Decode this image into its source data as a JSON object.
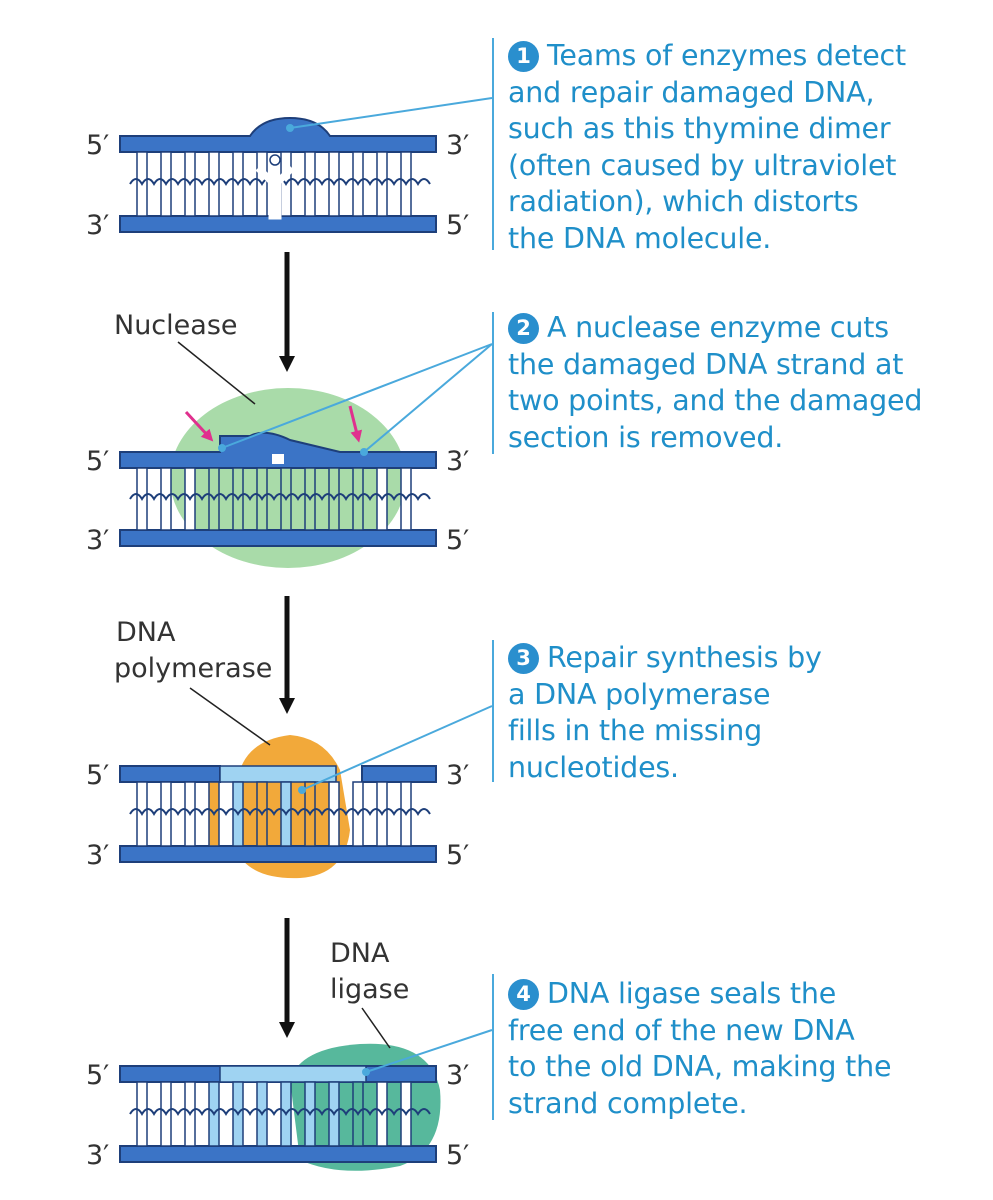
{
  "strand_ends": {
    "top_left": "5′",
    "top_right": "3′",
    "bottom_left": "3′",
    "bottom_right": "5′"
  },
  "enzymes": {
    "nuclease": "Nuclease",
    "polymerase_line1": "DNA",
    "polymerase_line2": "polymerase",
    "ligase_line1": "DNA",
    "ligase_line2": "ligase"
  },
  "steps": [
    {
      "number": "1",
      "lines": [
        "Teams of enzymes detect",
        "and repair damaged DNA,",
        "such as this thymine dimer",
        "(often caused by ultraviolet",
        "radiation), which distorts",
        "the DNA molecule."
      ]
    },
    {
      "number": "2",
      "lines": [
        "A nuclease enzyme cuts",
        "the damaged DNA strand at",
        "two points, and the damaged",
        "section is removed."
      ]
    },
    {
      "number": "3",
      "lines": [
        "Repair synthesis by",
        "a DNA polymerase",
        "fills in the missing",
        "nucleotides."
      ]
    },
    {
      "number": "4",
      "lines": [
        "DNA ligase seals the",
        "free end of the new DNA",
        "to the old DNA, making the",
        "strand complete."
      ]
    }
  ],
  "colors": {
    "dna_strand": "#3b74c6",
    "dna_outline": "#1e3f7a",
    "nuclease": "#a9dba9",
    "polymerase": "#f2a93a",
    "ligase": "#57b89c",
    "new_dna": "#9fd3f2",
    "cut_arrow": "#e0308e",
    "callout_text": "#1f8fc9"
  }
}
